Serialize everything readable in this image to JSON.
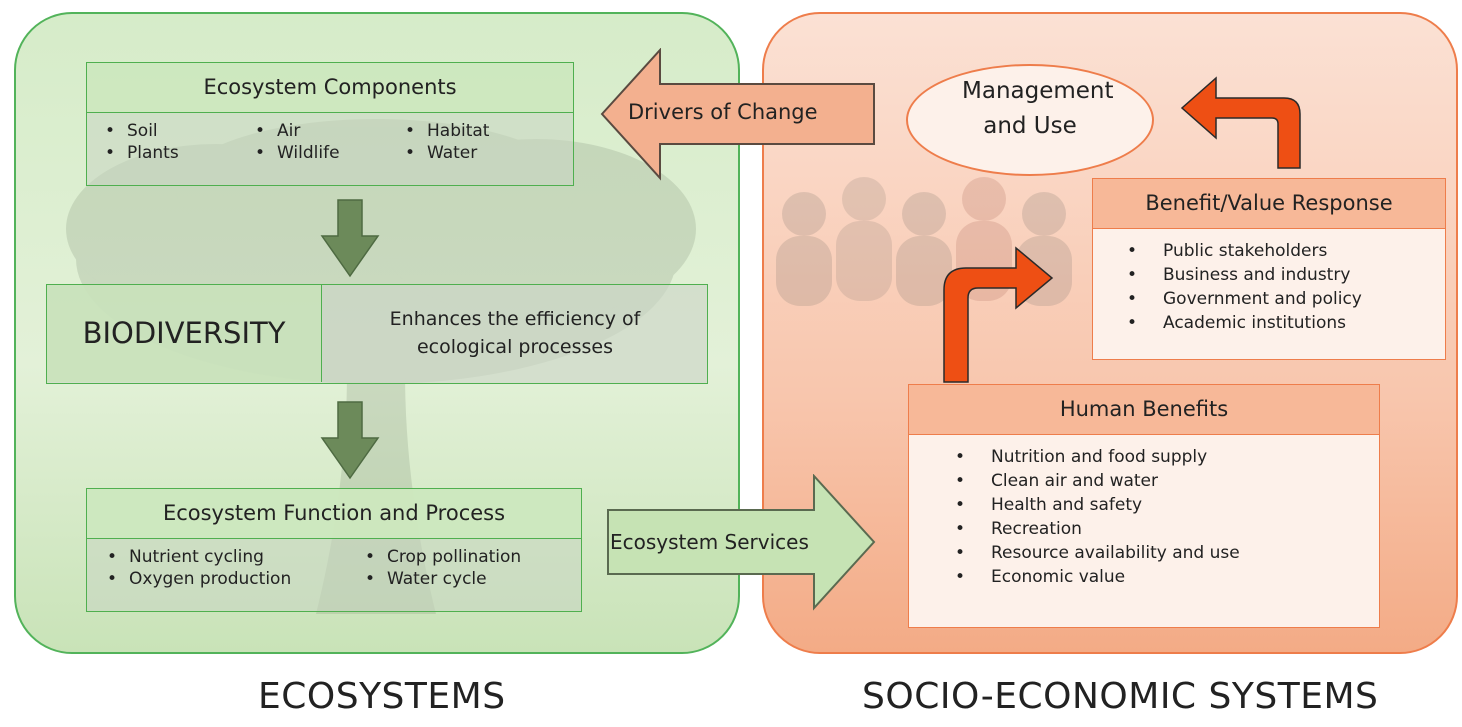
{
  "colors": {
    "eco_border": "#52b35a",
    "socio_border": "#ee7d4b",
    "down_arrow": "#6c8a5a",
    "orange_arrow": "#ee4f14"
  },
  "ecosystem": {
    "section_title": "ECOSYSTEMS",
    "components": {
      "title": "Ecosystem Components",
      "items": [
        "Soil",
        "Air",
        "Habitat",
        "Plants",
        "Wildlife",
        "Water"
      ]
    },
    "biodiversity": {
      "label": "BIODIVERSITY",
      "description": "Enhances the efficiency of ecological processes"
    },
    "function": {
      "title": "Ecosystem Function and Process",
      "items": [
        "Nutrient cycling",
        "Crop pollination",
        "Oxygen production",
        "Water cycle"
      ]
    }
  },
  "arrows": {
    "drivers": "Drivers of Change",
    "services": "Ecosystem Services"
  },
  "socio": {
    "section_title": "SOCIO-ECONOMIC SYSTEMS",
    "management": "Management and Use",
    "benefit_response": {
      "title": "Benefit/Value Response",
      "items": [
        "Public stakeholders",
        "Business and industry",
        "Government and policy",
        "Academic institutions"
      ]
    },
    "human_benefits": {
      "title": "Human Benefits",
      "items": [
        "Nutrition and food supply",
        "Clean air and water",
        "Health and safety",
        "Recreation",
        "Resource availability and use",
        "Economic value"
      ]
    }
  }
}
